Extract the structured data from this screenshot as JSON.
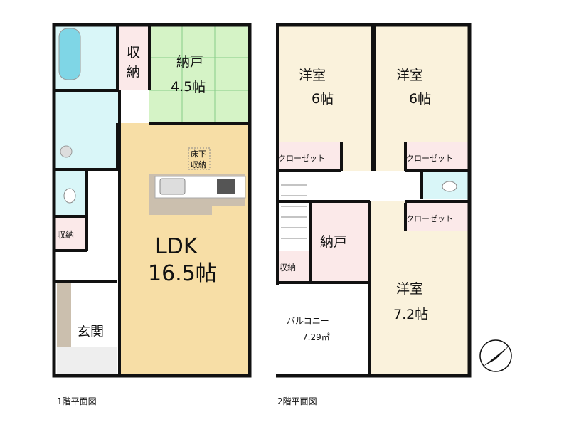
{
  "floor1": {
    "title": "1階平面図",
    "rooms": {
      "storage_top": [
        "収",
        "納"
      ],
      "nando": [
        "納戸",
        "4.5帖"
      ],
      "underfloor": [
        "床下",
        "収納"
      ],
      "ldk": [
        "LDK",
        "16.5帖"
      ],
      "storage_left": "収納",
      "entrance": "玄関"
    }
  },
  "floor2": {
    "title": "2階平面図",
    "rooms": {
      "room_a": [
        "洋室",
        "6帖"
      ],
      "room_b": [
        "洋室",
        "6帖"
      ],
      "closet_a": "クローゼット",
      "closet_b": "クローゼット",
      "closet_c": "クローゼット",
      "nando": "納戸",
      "storage": "収納",
      "room_c": [
        "洋室",
        "7.2帖"
      ],
      "balcony": [
        "バルコニー",
        "7.29㎡"
      ]
    }
  },
  "colors": {
    "tatami": "#d5f3c6",
    "ldk": "#f7dea6",
    "western": "#faf2dc",
    "storage": "#fbe9e9",
    "wet": "#d9f6f8"
  }
}
